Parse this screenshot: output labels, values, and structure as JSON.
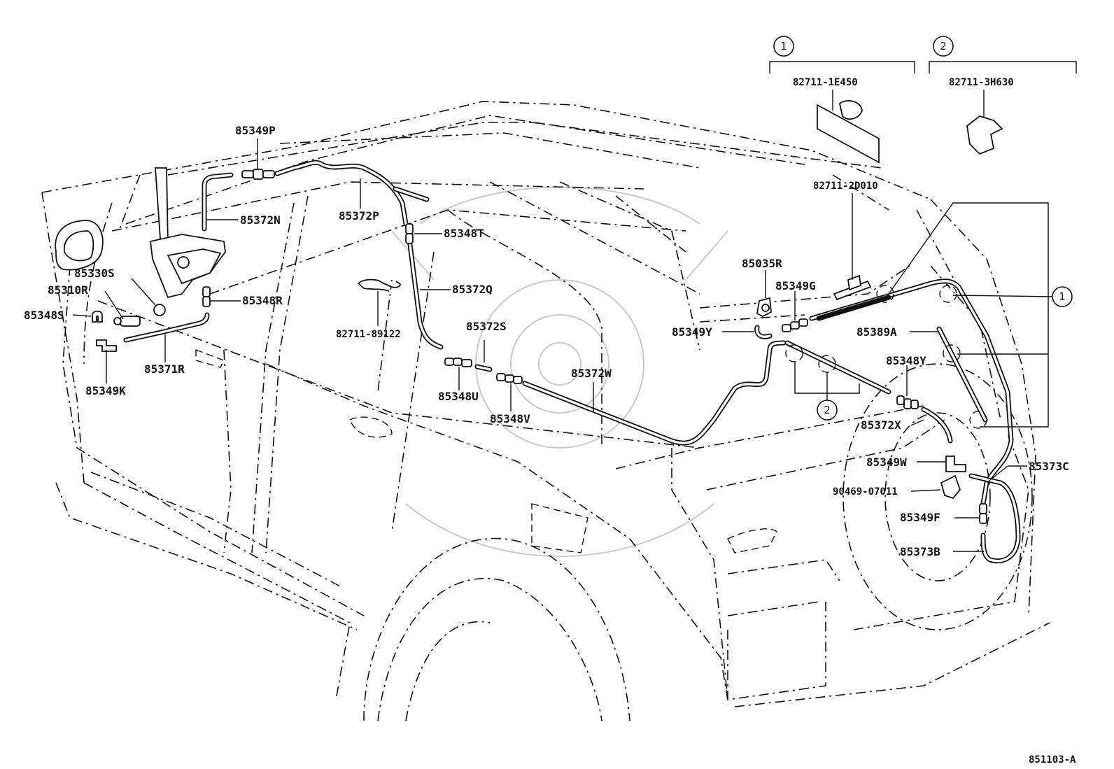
{
  "callouts": {
    "c1": "1",
    "c2": "2"
  },
  "groups": {
    "group1_part": "82711-1E450",
    "group2_part": "82711-3H630"
  },
  "labels": {
    "p85349P": "85349P",
    "p85372N": "85372N",
    "p85372P": "85372P",
    "p85348T": "85348T",
    "p85330S": "85330S",
    "p85310R": "85310R",
    "p85348S": "85348S",
    "p85348R": "85348R",
    "p85371R": "85371R",
    "p85349K": "85349K",
    "p85372Q": "85372Q",
    "p82711_89122": "82711-89122",
    "p85372S": "85372S",
    "p85348U": "85348U",
    "p85348V": "85348V",
    "p85372W": "85372W",
    "p85035R": "85035R",
    "p82711_2D010": "82711-2D010",
    "p85349G": "85349G",
    "p85349Y": "85349Y",
    "p85389A": "85389A",
    "p85348Y": "85348Y",
    "p85372X": "85372X",
    "p85349W": "85349W",
    "p90469_07011": "90469-07011",
    "p85349F": "85349F",
    "p85373B": "85373B",
    "p85373C": "85373C"
  },
  "figure_code": "851103-A"
}
